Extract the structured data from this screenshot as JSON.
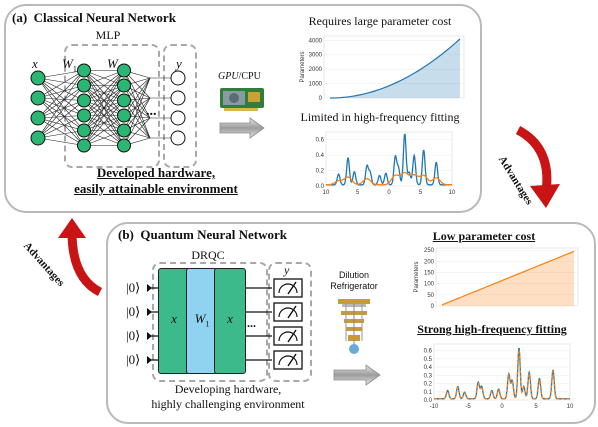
{
  "panel_a": {
    "label": "(a)",
    "title": "Classical Neural Network",
    "mlp_label": "MLP",
    "x_label": "x",
    "w1_label": "W",
    "w1_sub": "1",
    "w2_label": "W",
    "w2_sub": "2",
    "y_label": "y",
    "ellipsis": "...",
    "hardware_label": "GPU",
    "hardware_label_2": "/CPU",
    "caption_line1": "Developed hardware,",
    "caption_line2": "easily attainable environment",
    "chart1_title": "Requires large parameter cost",
    "chart2_title": "Limited in high-frequency fitting"
  },
  "panel_b": {
    "label": "(b)",
    "title": "Quantum Neural Network",
    "drqc_label": "DRQC",
    "ket": "|0⟩",
    "gate_x": "x",
    "gate_w": "W",
    "gate_w_sub": "1",
    "ellipsis": "...",
    "y_label": "y",
    "fridge_line1": "Dilution",
    "fridge_line2": "Refrigerator",
    "caption_line1": "Developing hardware,",
    "caption_line2": "highly challenging environment",
    "chart1_title": "Low parameter cost",
    "chart2_title": "Strong high-frequency fitting"
  },
  "arrows": {
    "right_label": "Advantages",
    "left_label": "Advantages"
  },
  "colors": {
    "node_green": "#2bb673",
    "gate_green": "#3dba8b",
    "gate_blue": "#8fd3f0",
    "curve_blue": "#1f77b4",
    "curve_orange": "#ff7f0e",
    "arrow_red": "#c81414"
  },
  "chart_data": [
    {
      "type": "area",
      "title": "Requires large parameter cost",
      "ylabel": "Parameters",
      "y_ticks": [
        "0",
        "1000",
        "2000",
        "3000",
        "4000"
      ],
      "ylim": [
        0,
        4300
      ],
      "shape": "quadratic",
      "y_end": 4100,
      "color": "#1f77b4"
    },
    {
      "type": "line",
      "title": "Limited in high-frequency fitting",
      "x_ticks": [
        "10",
        "5",
        "0",
        "5",
        "10"
      ],
      "y_ticks": [
        "0.0",
        "0.2",
        "0.4",
        "0.6"
      ],
      "xlim": [
        -10,
        10
      ],
      "ylim": [
        0,
        0.7
      ],
      "series": [
        {
          "color": "#1f77b4",
          "peaks": [
            [
              -8,
              0.14
            ],
            [
              -6.5,
              0.35
            ],
            [
              -5.5,
              0.17
            ],
            [
              -3.5,
              0.24
            ],
            [
              -3,
              0.16
            ],
            [
              -1.5,
              0.12
            ],
            [
              -0.5,
              0.15
            ],
            [
              1,
              0.36
            ],
            [
              1.5,
              0.21
            ],
            [
              2.5,
              0.66
            ],
            [
              3.2,
              0.16
            ],
            [
              4,
              0.38
            ],
            [
              5.5,
              0.45
            ],
            [
              7.5,
              0.29
            ]
          ],
          "width": 0.22
        },
        {
          "color": "#ff7f0e",
          "peaks": [
            [
              -8,
              0.05
            ],
            [
              -6.5,
              0.1
            ],
            [
              -3.5,
              0.08
            ],
            [
              1,
              0.12
            ],
            [
              2.5,
              0.15
            ],
            [
              4,
              0.12
            ],
            [
              5.5,
              0.12
            ],
            [
              7.5,
              0.09
            ]
          ],
          "width": 0.6
        }
      ]
    },
    {
      "type": "area",
      "title": "Low parameter cost",
      "ylabel": "Parameters",
      "y_ticks": [
        "0",
        "50",
        "100",
        "150",
        "200",
        "250"
      ],
      "ylim": [
        0,
        260
      ],
      "shape": "linear",
      "y_end": 245,
      "color": "#ff7f0e"
    },
    {
      "type": "line",
      "title": "Strong high-frequency fitting",
      "x_ticks": [
        "-10",
        "-5",
        "0",
        "5",
        "10"
      ],
      "y_ticks": [
        "0.0",
        "0.1",
        "0.2",
        "0.3",
        "0.4",
        "0.5",
        "0.6"
      ],
      "xlim": [
        -10,
        10
      ],
      "ylim": [
        0,
        0.68
      ],
      "series": [
        {
          "color": "#1f77b4",
          "peaks": [
            [
              -8,
              0.1
            ],
            [
              -6.5,
              0.15
            ],
            [
              -5.5,
              0.08
            ],
            [
              -3.5,
              0.2
            ],
            [
              -3,
              0.15
            ],
            [
              -1.5,
              0.1
            ],
            [
              -0.5,
              0.12
            ],
            [
              1,
              0.3
            ],
            [
              1.5,
              0.22
            ],
            [
              2.5,
              0.62
            ],
            [
              3.2,
              0.15
            ],
            [
              4,
              0.32
            ],
            [
              5.5,
              0.25
            ],
            [
              7.5,
              0.35
            ]
          ],
          "width": 0.18
        },
        {
          "color": "#ff7f0e",
          "peaks": [
            [
              -8,
              0.09
            ],
            [
              -6.5,
              0.14
            ],
            [
              -5.5,
              0.07
            ],
            [
              -3.5,
              0.19
            ],
            [
              -3,
              0.14
            ],
            [
              -1.5,
              0.09
            ],
            [
              -0.5,
              0.11
            ],
            [
              1,
              0.29
            ],
            [
              1.5,
              0.21
            ],
            [
              2.5,
              0.6
            ],
            [
              3.2,
              0.14
            ],
            [
              4,
              0.31
            ],
            [
              5.5,
              0.24
            ],
            [
              7.5,
              0.34
            ]
          ],
          "width": 0.18,
          "dashed": true
        }
      ]
    }
  ]
}
